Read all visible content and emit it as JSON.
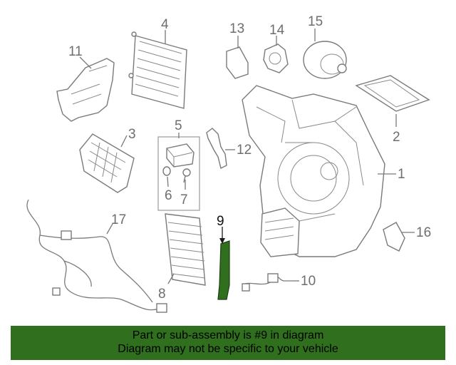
{
  "colors": {
    "highlight": "#2f6f1e",
    "line": "#7a7a7a",
    "banner_text": "#000000"
  },
  "callouts": {
    "c1": "1",
    "c2": "2",
    "c3": "3",
    "c4": "4",
    "c5": "5",
    "c6": "6",
    "c7": "7",
    "c8": "8",
    "c9": "9",
    "c10": "10",
    "c11": "11",
    "c12": "12",
    "c13": "13",
    "c14": "14",
    "c15": "15",
    "c16": "16",
    "c17": "17"
  },
  "highlighted_part": "9",
  "banner": {
    "line1": "Part or sub-assembly is #9 in diagram",
    "line2": "Diagram may not be specific to your vehicle"
  }
}
